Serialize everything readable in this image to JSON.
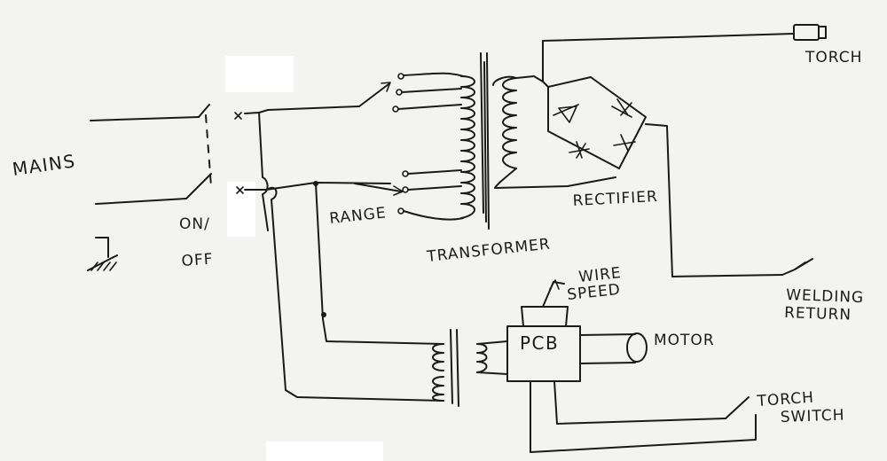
{
  "labels": {
    "mains": "MAINS",
    "on": "ON/",
    "off": "OFF",
    "range": "RANGE",
    "transformer": "TRANSFORMER",
    "rectifier": "RECTIFIER",
    "torch": "TORCH",
    "welding": "WELDING",
    "return": "RETURN",
    "wire": "WIRE",
    "speed": "SPEED",
    "pcb": "PCB",
    "motor": "MOTOR",
    "torch2": "TORCH",
    "switch": "SWITCH"
  }
}
